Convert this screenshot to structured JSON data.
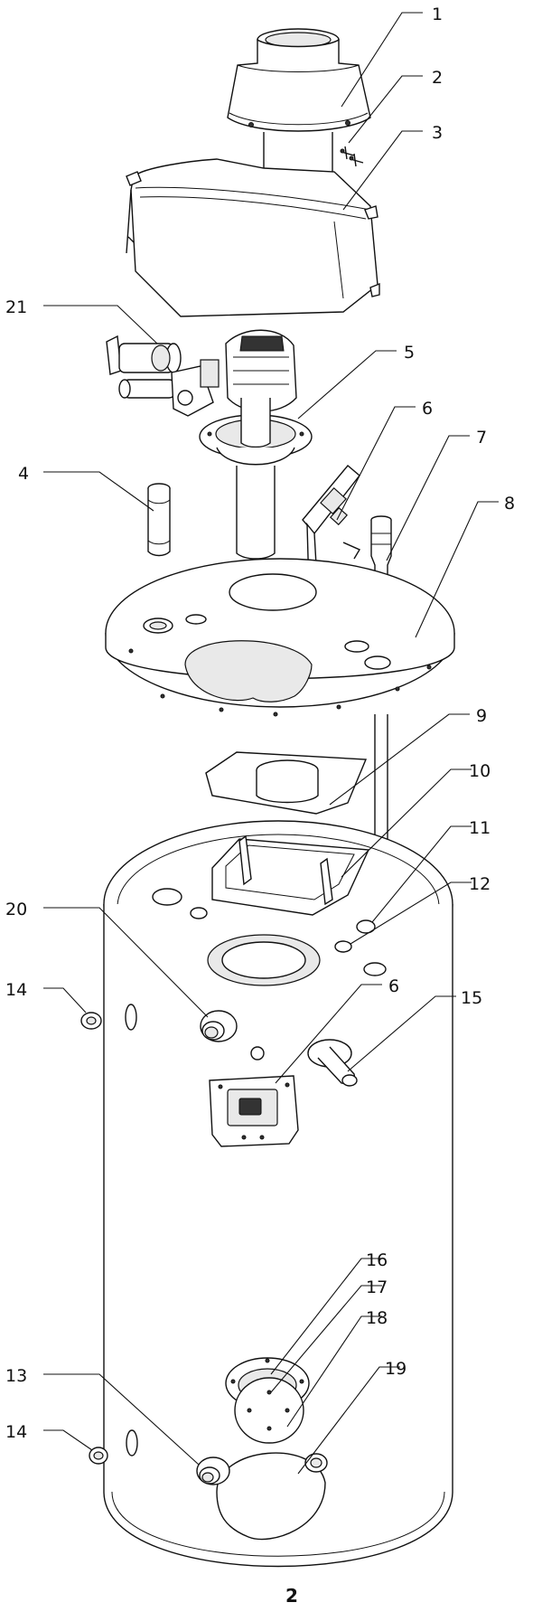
{
  "callouts": [
    "1",
    "2",
    "3",
    "21",
    "5",
    "6",
    "7",
    "4",
    "8",
    "9",
    "10",
    "11",
    "12",
    "20",
    "14",
    "6",
    "15",
    "16",
    "17",
    "18",
    "13",
    "14",
    "19"
  ],
  "page_number": "2"
}
